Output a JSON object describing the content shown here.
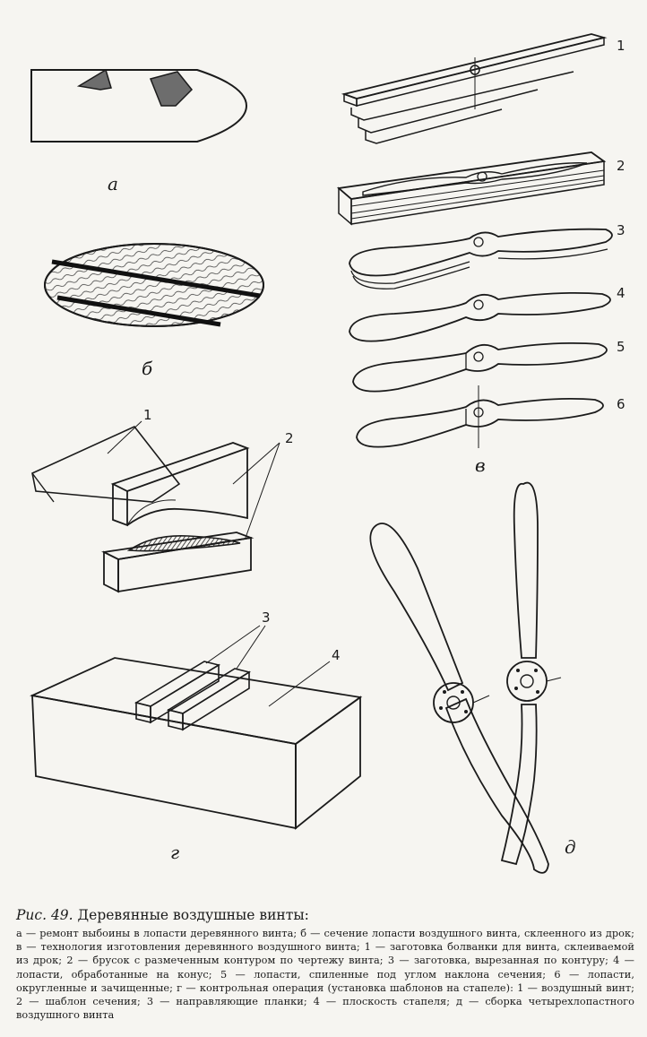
{
  "labels": {
    "a": "а",
    "b": "б",
    "v": "в",
    "g": "г",
    "d": "д"
  },
  "numbers": {
    "v1": "1",
    "v2": "2",
    "v3": "3",
    "v4": "4",
    "v5": "5",
    "v6": "6",
    "b1": "1",
    "b2": "2",
    "g3": "3",
    "g4": "4"
  },
  "caption": {
    "fig": "Рис. 49.",
    "title": "Деревянные воздушные винты:",
    "body": "а — ремонт выбоины в лопасти деревянного винта; б — сечение лопасти воздушного винта, склеенного из дрок; в — технология изготовления деревянного воздушного винта; 1 — заготовка болванки для винта, склеиваемой из дрок; 2 — брусок с размеченным контуром по чертежу винта; 3 — заготовка, вырезанная по контуру; 4 — лопасти, обработанные на конус; 5 — лопасти, спиленные под углом наклона сечения; 6 — лопасти, округленные и зачищенные; г — контрольная операция (установка шаблонов на стапеле): 1 — воздушный винт; 2 — шаблон сечения; 3 — направляющие планки; 4 — плоскость стапеля; д — сборка четырехлопастного воздушного винта"
  }
}
